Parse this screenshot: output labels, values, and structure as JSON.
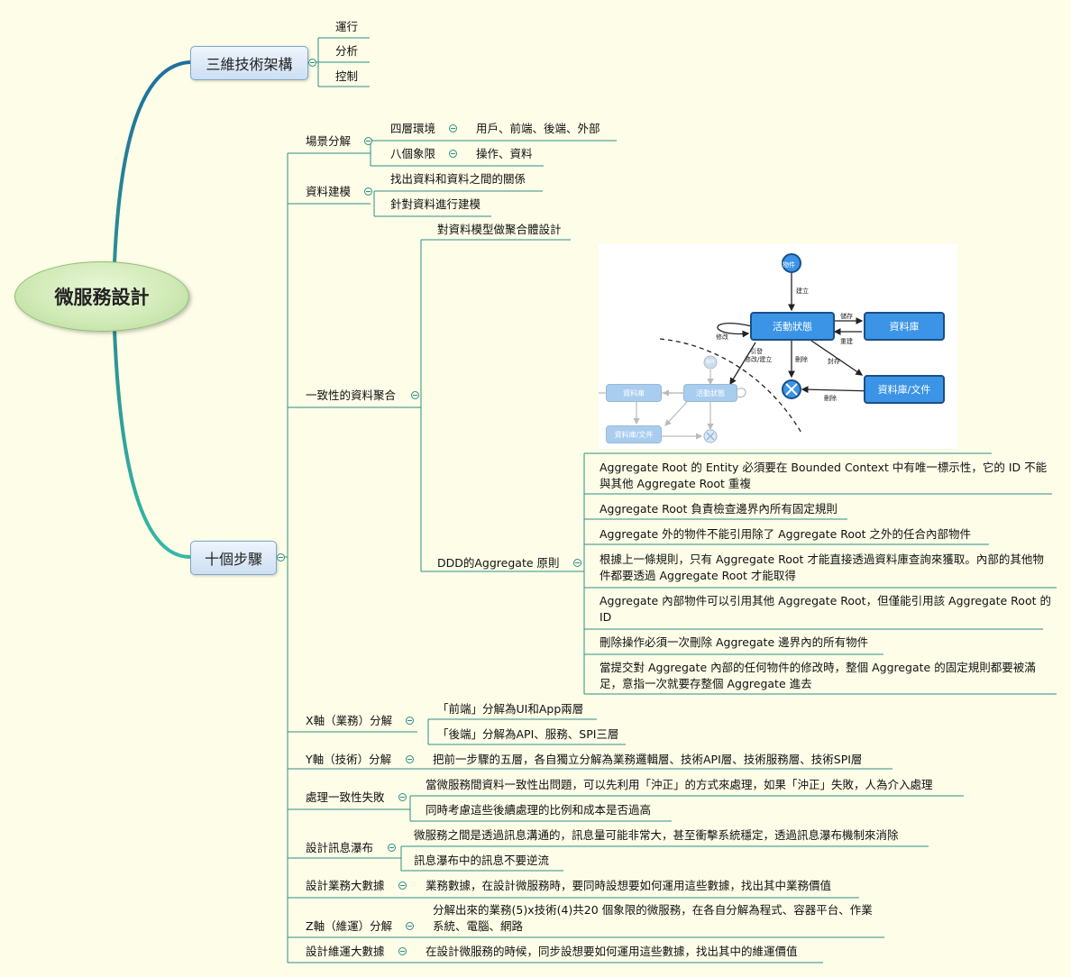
{
  "root": {
    "label": "微服務設計"
  },
  "branch1": {
    "label": "三維技術架構",
    "items": [
      "運行",
      "分析",
      "控制"
    ]
  },
  "branch2": {
    "label": "十個步驟",
    "steps": {
      "scene": {
        "label": "場景分解",
        "items": [
          {
            "label": "四層環境",
            "detail": "用戶、前端、後端、外部"
          },
          {
            "label": "八個象限",
            "detail": "操作、資料"
          }
        ]
      },
      "modeling": {
        "label": "資料建模",
        "items": [
          "找出資料和資料之間的關係",
          "針對資料進行建模"
        ]
      },
      "aggregate": {
        "label": "一致性的資料聚合",
        "design": "對資料模型做聚合體設計",
        "ddd_label": "DDD的Aggregate 原則",
        "rules": [
          "Aggregate Root 的 Entity 必須要在 Bounded Context 中有唯一標示性，它的 ID 不能與其他 Aggregate Root 重複",
          "Aggregate Root 負責檢查邊界內所有固定規則",
          "Aggregate 外的物件不能引用除了 Aggregate Root 之外的任合內部物件",
          "根據上一條規則，只有 Aggregate Root 才能直接透過資料庫查詢來獲取。內部的其他物件都要透過 Aggregate Root 才能取得",
          "Aggregate 內部物件可以引用其他 Aggregate Root，但僅能引用該 Aggregate Root 的 ID",
          "刪除操作必須一次刪除 Aggregate 邊界內的所有物件",
          "當提交對 Aggregate 內部的任何物件的修改時，整個 Aggregate 的固定規則都要被滿足，意指一次就要存整個 Aggregate 進去"
        ]
      },
      "x_axis": {
        "label": "X軸（業務）分解",
        "items": [
          "「前端」分解為UI和App兩層",
          "「後端」分解為API、服務、SPI三層"
        ]
      },
      "y_axis": {
        "label": "Y軸（技術）分解",
        "detail": "把前一步驟的五層，各自獨立分解為業務邏輯層、技術API層、技術服務層、技術SPI層"
      },
      "consistency": {
        "label": "處理一致性失敗",
        "items": [
          "當微服務間資料一致性出問題，可以先利用「沖正」的方式來處理，如果「沖正」失敗，人為介入處理",
          "同時考慮這些後續處理的比例和成本是否過高"
        ]
      },
      "waterfall": {
        "label": "設計訊息瀑布",
        "items": [
          "微服務之間是透過訊息溝通的，訊息量可能非常大，甚至衝擊系統穩定，透過訊息瀑布機制來消除",
          "訊息瀑布中的訊息不要逆流"
        ]
      },
      "biz_data": {
        "label": "設計業務大數據",
        "detail": "業務數據，在設計微服務時，要同時設想要如何運用這些數據，找出其中業務價值"
      },
      "z_axis": {
        "label": "Z軸（維運）分解",
        "detail": "分解出來的業務(5)x技術(4)共20 個象限的微服務，在各自分解為程式、容器平台、作業系統、電腦、網路"
      },
      "ops_data": {
        "label": "設計維運大數據",
        "detail": "在設計微服務的時候，同步設想要如何運用這些數據，找出其中的維運價值"
      }
    }
  },
  "state_diagram": {
    "start": "物件",
    "active": "活動狀態",
    "db": "資料庫",
    "db_file": "資料庫/文件",
    "edge_create": "建立",
    "edge_modify": "修改",
    "edge_store": "儲存",
    "edge_rebuild": "重建",
    "edge_ref": "引發",
    "edge_modify_create": "修改/建立",
    "edge_delete": "刪除",
    "edge_archive": "封存",
    "edge_delete2": "刪除",
    "ghost_start": "物件",
    "ghost_active": "活動狀態",
    "ghost_db": "資料庫",
    "ghost_db_file": "資料庫/文件"
  }
}
